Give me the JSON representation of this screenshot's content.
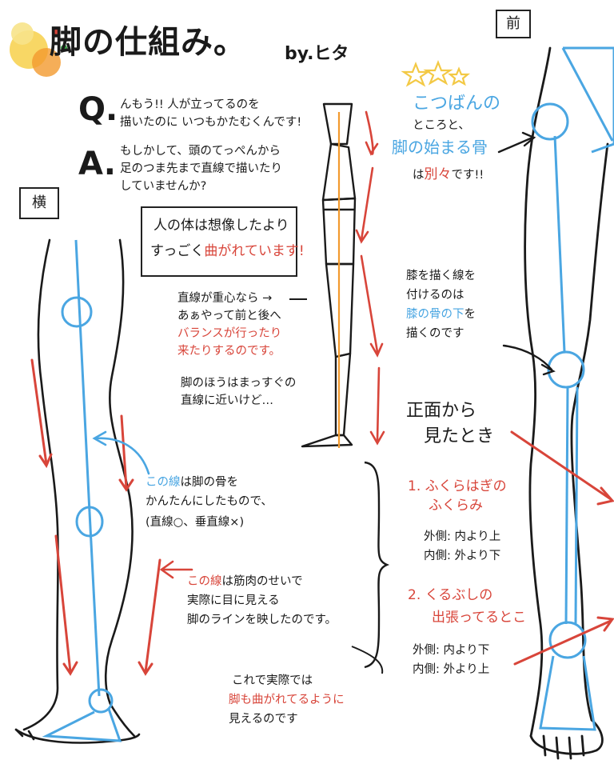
{
  "title": "脚の仕組み。",
  "author": "by.ヒタ",
  "labels": {
    "side": "横",
    "front": "前"
  },
  "q": {
    "mark": "Q.",
    "line1": "んもう!! 人が立ってるのを",
    "line2": "描いたのに いつもかたむくんです!"
  },
  "a": {
    "mark": "A.",
    "line1": "もしかして、頭のてっぺんから",
    "line2": "足のつま先まで直線で描いたり",
    "line3": "していませんか?"
  },
  "boxed": {
    "p1": "人の体は想像したより",
    "p2": "すっごく",
    "p3": "曲がれています!"
  },
  "center": {
    "line1": "直線が重心なら →",
    "line2": "あぁやって前と後へ",
    "line3": "バランスが行ったり",
    "line4": "来たりするのです。",
    "line5": "脚のほうはまっすぐの",
    "line6": "直線に近いけど…"
  },
  "right_top": {
    "line1": "こつばんの",
    "line2": "ところと、",
    "line3": "脚の始まる骨",
    "line4a": "は",
    "line4b": "別々",
    "line4c": "です!!"
  },
  "knee": {
    "line1": "膝を描く線を",
    "line2": "付けるのは",
    "line3a": "膝の骨の下",
    "line3b": "を",
    "line4": "描くのです"
  },
  "front_view": {
    "line1": "正面から",
    "line2": "見たとき"
  },
  "point1": {
    "title1": "1. ふくらはぎの",
    "title2": "ふくらみ",
    "note1": "外側: 内より上",
    "note2": "内側: 外より下"
  },
  "point2": {
    "title1": "2. くるぶしの",
    "title2": "出張ってるとこ",
    "note1": "外側: 内より下",
    "note2": "内側: 外より上"
  },
  "blue_line": {
    "a": "この線",
    "b": "は脚の骨を",
    "c": "かんたんにしたもので、",
    "d": "(直線○、垂直線×)"
  },
  "red_line": {
    "a": "この線",
    "b": "は筋肉のせいで",
    "c": "実際に目に見える",
    "d": "脚のラインを映したのです。"
  },
  "bottom": {
    "line1": "これで実際では",
    "line2": "脚も曲がれてるように",
    "line3": "見えるのです"
  },
  "colors": {
    "blue": "#4aa6e2",
    "red": "#d8453a",
    "orange": "#f29a2e",
    "yellow": "#f3c945",
    "ink": "#1a1a1a"
  }
}
